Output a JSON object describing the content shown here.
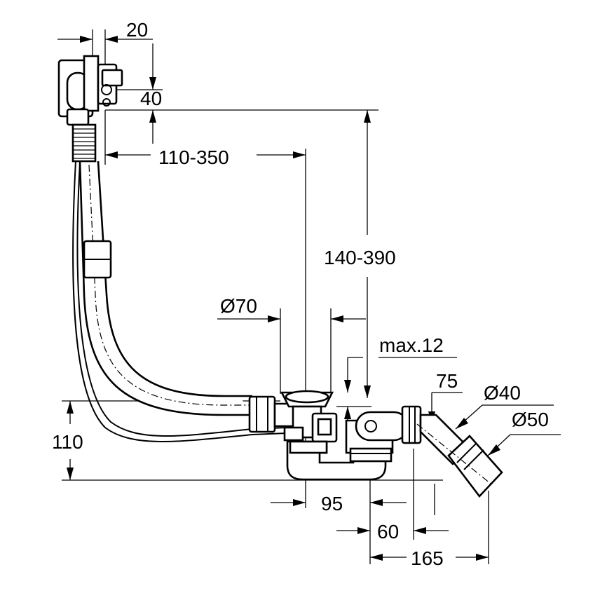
{
  "dimensions": {
    "d20": "20",
    "d40": "40",
    "d110_350": "110-350",
    "d140_390": "140-390",
    "dia70": "Ø70",
    "max12": "max.12",
    "d75": "75",
    "dia40": "Ø40",
    "dia50": "Ø50",
    "d110": "110",
    "d95": "95",
    "d60": "60",
    "d165": "165"
  },
  "colors": {
    "line": "#000000",
    "background": "#ffffff"
  }
}
